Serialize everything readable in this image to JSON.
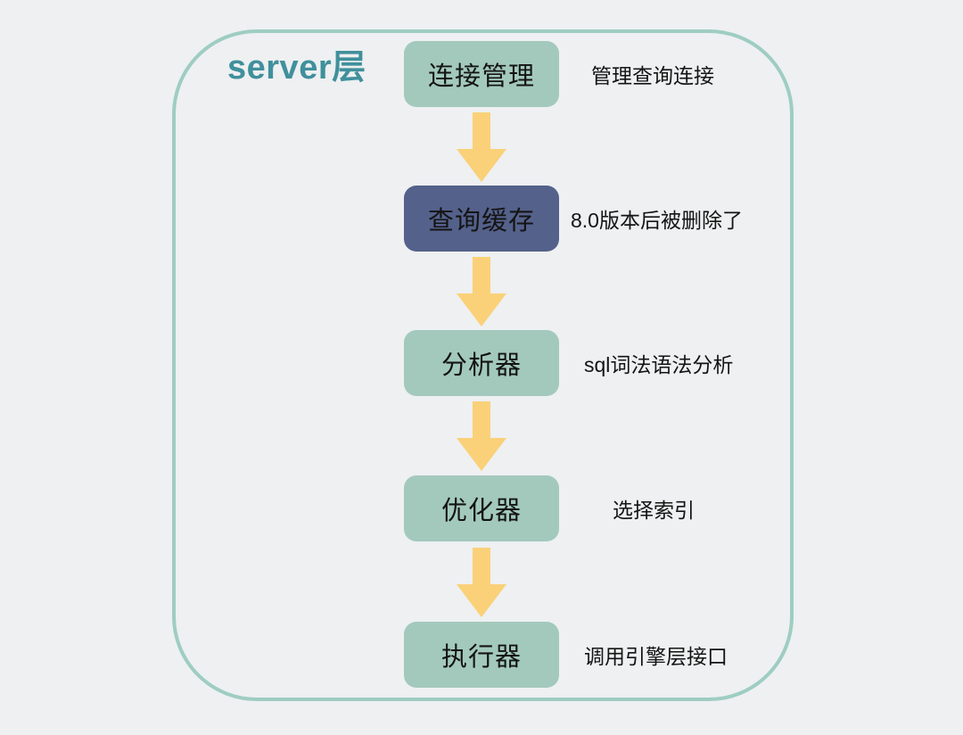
{
  "diagram": {
    "title": "server层",
    "steps": [
      {
        "id": "connection-management",
        "label": "连接管理",
        "note": "管理查询连接",
        "variant": "teal"
      },
      {
        "id": "query-cache",
        "label": "查询缓存",
        "note": "8.0版本后被删除了",
        "variant": "dark"
      },
      {
        "id": "analyzer",
        "label": "分析器",
        "note": "sql词法语法分析",
        "variant": "teal"
      },
      {
        "id": "optimizer",
        "label": "优化器",
        "note": "选择索引",
        "variant": "teal"
      },
      {
        "id": "executor",
        "label": "执行器",
        "note": "调用引擎层接口",
        "variant": "teal"
      }
    ],
    "colors": {
      "background": "#eef0f1",
      "container_border": "#9ecdc1",
      "title": "#40909c",
      "box_teal": "#a3c9bd",
      "box_dark": "#54618b",
      "arrow": "#fad178",
      "text": "#141414"
    }
  }
}
